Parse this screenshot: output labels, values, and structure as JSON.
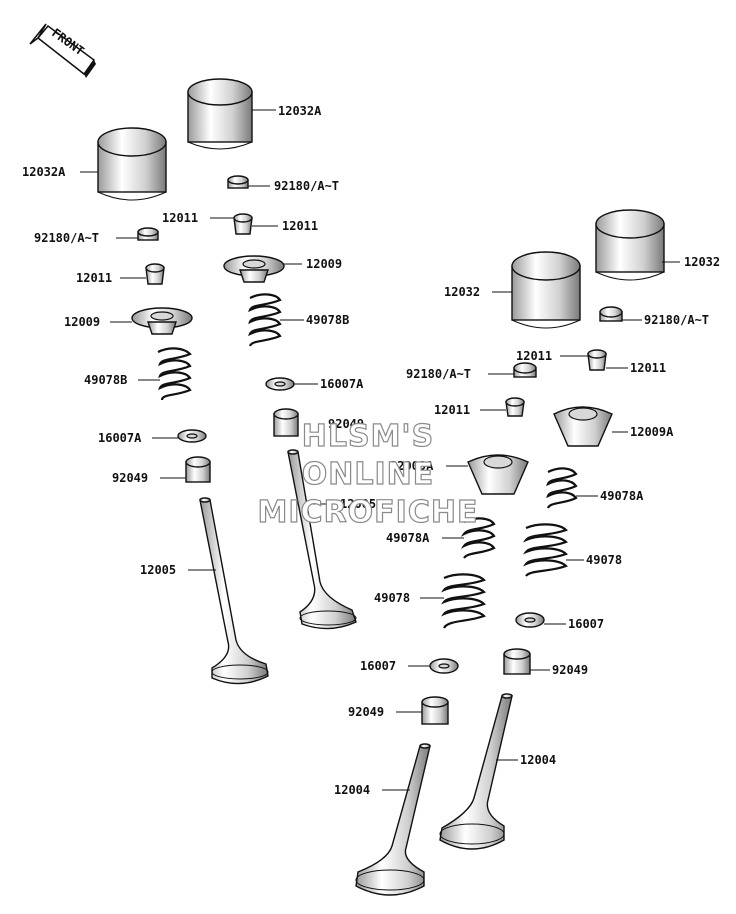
{
  "front_marker": {
    "text": "FRONT"
  },
  "watermark": {
    "lines": [
      "HLSM'S",
      "ONLINE",
      "MICROFICHE"
    ]
  },
  "labels": {
    "tappet_12032A_top": "12032A",
    "tappet_12032A_left": "12032A",
    "shim_top": "92180/A~T",
    "keeper_mid_left": "12011",
    "keeper_mid_right": "12011",
    "shim_left": "92180/A~T",
    "retainer_right_12009": "12009",
    "keeper_left": "12011",
    "retainer_left_12009": "12009",
    "spring_49078B_right": "49078B",
    "spring_49078B_left": "49078B",
    "seat_16007A_right": "16007A",
    "seal_92049_right": "92049",
    "seat_16007A_left": "16007A",
    "seal_92049_left": "92049",
    "valve_12005_right": "12005",
    "valve_12005_left": "12005",
    "tappet_12032_right": "12032",
    "tappet_12032_left": "12032",
    "shim_right": "92180/A~T",
    "keeper_right_a": "12011",
    "keeper_right_b": "12011",
    "shim_mid": "92180/A~T",
    "keeper_right_c": "12011",
    "retainer_12009A_right": "12009A",
    "retainer_12009A_left": "12009A",
    "spring_49078A_right": "49078A",
    "spring_49078A_left": "49078A",
    "spring_49078_right": "49078",
    "spring_49078_left": "49078",
    "seat_16007_right": "16007",
    "seat_16007_left": "16007",
    "seal_92049_exh_right": "92049",
    "seal_92049_exh_left": "92049",
    "valve_12004_right": "12004",
    "valve_12004_left": "12004"
  }
}
